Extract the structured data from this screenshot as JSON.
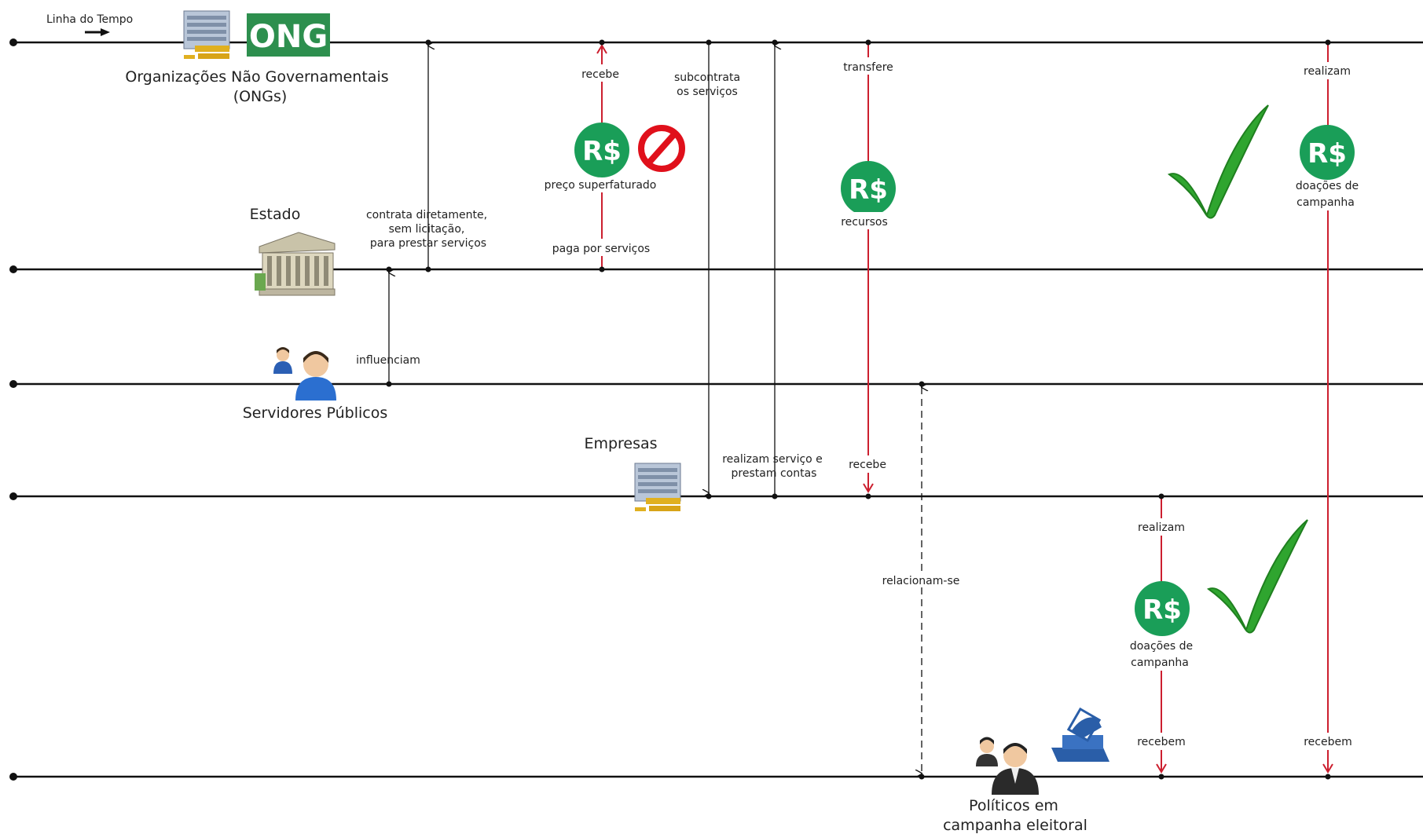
{
  "timeline": {
    "label": "Linha do Tempo"
  },
  "actors": {
    "ong_badge": "ONG",
    "ongs_line1": "Organizações Não Governamentais",
    "ongs_line2": "(ONGs)",
    "estado": "Estado",
    "servidores": "Servidores Públicos",
    "empresas": "Empresas",
    "politicos_line1": "Políticos em",
    "politicos_line2": "campanha eleitoral"
  },
  "relations": {
    "contrata_line1": "contrata diretamente,",
    "contrata_line2": "sem licitação,",
    "contrata_line3": "para prestar serviços",
    "influenciam": "influenciam",
    "recebe_top": "recebe",
    "preco": "preço superfaturado",
    "paga": "paga por serviços",
    "subcontrata_line1": "subcontrata",
    "subcontrata_line2": "os serviços",
    "realizam_servico_line1": "realizam serviço e",
    "realizam_servico_line2": "prestam contas",
    "transfere": "transfere",
    "recursos": "recursos",
    "recebe_empresas": "recebe",
    "relacionam": "relacionam-se",
    "realizam_ongs": "realizam",
    "doacoes1_line1": "doações de",
    "doacoes1_line2": "campanha",
    "recebem_right": "recebem",
    "realizam_empresas": "realizam",
    "doacoes2_line1": "doações de",
    "doacoes2_line2": "campanha",
    "recebem_mid": "recebem"
  },
  "money_symbol": "R$",
  "colors": {
    "money_green": "#1a9e58",
    "check_green": "#2fa52f",
    "red_arrow": "#cc1f2f",
    "prohibit_red": "#e0101b",
    "ong_green": "#2d8f4e",
    "vote_blue": "#2a5ea8"
  },
  "icons": [
    "building-icon",
    "ong-badge",
    "government-building-icon",
    "person-icon",
    "money-icon",
    "prohibited-icon",
    "check-icon",
    "ballot-box-icon"
  ]
}
